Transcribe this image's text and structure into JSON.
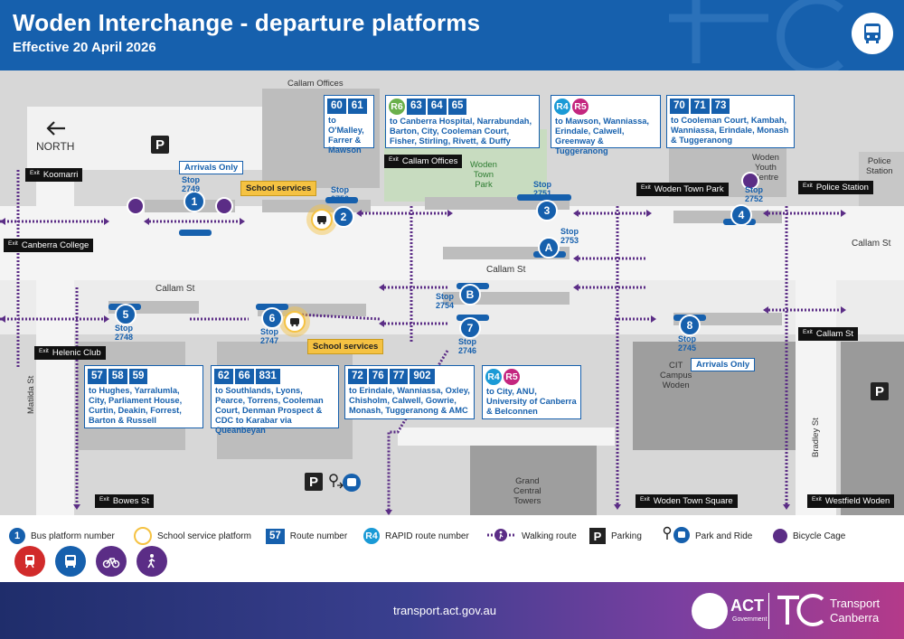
{
  "header": {
    "title": "Woden Interchange - departure platforms",
    "subtitle": "Effective 20 April 2026"
  },
  "map": {
    "north_label": "NORTH",
    "place_labels": {
      "callam_offices": "Callam Offices",
      "woden_town_park": "Woden\nTown\nPark",
      "woden_youth_centre": "Woden\nYouth\nCentre",
      "police_station": "Police\nStation",
      "callam_st_top": "Callam St",
      "callam_st_mid": "Callam St",
      "callam_st_left": "Callam St",
      "cit_campus": "CIT\nCampus\nWoden",
      "grand_central": "Grand\nCentral\nTowers",
      "matilda_st": "Matilda St",
      "bradley_st": "Bradley St"
    },
    "exits": [
      {
        "id": "koomarri",
        "prefix": "Exit",
        "label": "Koomarri"
      },
      {
        "id": "canberra-college",
        "prefix": "Exit",
        "label": "Canberra College"
      },
      {
        "id": "helenic-club",
        "prefix": "Exit",
        "label": "Helenic Club"
      },
      {
        "id": "bowes-st",
        "prefix": "Exit",
        "label": "Bowes St"
      },
      {
        "id": "callam-offices",
        "prefix": "Exit",
        "label": "Callam Offices"
      },
      {
        "id": "woden-town-park",
        "prefix": "Exit",
        "label": "Woden Town Park"
      },
      {
        "id": "police-station",
        "prefix": "Exit",
        "label": "Police Station"
      },
      {
        "id": "callam-st",
        "prefix": "Exit",
        "label": "Callam St"
      },
      {
        "id": "woden-town-square",
        "prefix": "Exit",
        "label": "Woden Town Square"
      },
      {
        "id": "westfield-woden",
        "prefix": "Exit",
        "label": "Westfield Woden"
      }
    ],
    "notes": {
      "arrivals_only_1": "Arrivals Only",
      "arrivals_only_8": "Arrivals Only",
      "school_services_2": "School services",
      "school_services_6": "School services"
    },
    "stops": [
      {
        "platform": "1",
        "stop": "Stop\n2749"
      },
      {
        "platform": "2",
        "stop": "Stop\n2750"
      },
      {
        "platform": "3",
        "stop": "Stop\n2751"
      },
      {
        "platform": "4",
        "stop": "Stop\n2752"
      },
      {
        "platform": "5",
        "stop": "Stop\n2748"
      },
      {
        "platform": "6",
        "stop": "Stop\n2747"
      },
      {
        "platform": "7",
        "stop": "Stop\n2746"
      },
      {
        "platform": "8",
        "stop": "Stop\n2745"
      },
      {
        "platform": "A",
        "stop": "Stop\n2753"
      },
      {
        "platform": "B",
        "stop": "Stop\n2754"
      }
    ],
    "route_boxes": {
      "p2": {
        "routes": [
          "60",
          "61"
        ],
        "dest": "to O'Malley, Farrer & Mawson"
      },
      "p3": {
        "rapid": "R6",
        "routes": [
          "63",
          "64",
          "65"
        ],
        "dest": "to Canberra Hospital, Narrabundah, Barton, City, Cooleman Court, Fisher, Stirling, Rivett, & Duffy"
      },
      "pA": {
        "rapid": [
          "R4",
          "R5"
        ],
        "dest": "to Mawson, Wanniassa, Erindale, Calwell, Greenway & Tuggeranong"
      },
      "p4": {
        "routes": [
          "70",
          "71",
          "73"
        ],
        "dest": "to Cooleman Court, Kambah, Wanniassa, Erindale, Monash & Tuggeranong"
      },
      "p5": {
        "routes": [
          "57",
          "58",
          "59"
        ],
        "dest": "to Hughes, Yarralumla, City, Parliament House, Curtin, Deakin, Forrest, Barton & Russell"
      },
      "p6": {
        "routes": [
          "62",
          "66",
          "831"
        ],
        "dest": "to Southlands, Lyons, Pearce, Torrens, Cooleman Court, Denman Prospect & CDC to Karabar via Queanbeyan"
      },
      "p7": {
        "routes": [
          "72",
          "76",
          "77",
          "902"
        ],
        "dest": "to Erindale, Wanniassa, Oxley, Chisholm, Calwell, Gowrie, Monash, Tuggeranong & AMC"
      },
      "pB": {
        "rapid": [
          "R4",
          "R5"
        ],
        "dest": "to City, ANU, University of Canberra & Belconnen"
      }
    },
    "parking_glyph": "P"
  },
  "legend": {
    "platform_sym": "1",
    "platform_label": "Bus platform number",
    "school_label": "School service platform",
    "route_sym": "57",
    "route_label": "Route number",
    "rapid_sym": "R4",
    "rapid_label": "RAPID route number",
    "walk_label": "Walking route",
    "parking_sym": "P",
    "parking_label": "Parking",
    "parkride_label": "Park and Ride",
    "bike_label": "Bicycle Cage"
  },
  "footer": {
    "url": "transport.act.gov.au",
    "act_logo": "ACT",
    "act_sub": "Government",
    "tc_line1": "Transport",
    "tc_line2": "Canberra"
  },
  "colors": {
    "brand_blue": "#1660ad",
    "walk_purple": "#5b2d86",
    "r4_teal": "#1a9ad6",
    "r5_pink": "#c4267f",
    "r6_green": "#6ab04c",
    "school_yellow": "#f5c242"
  }
}
